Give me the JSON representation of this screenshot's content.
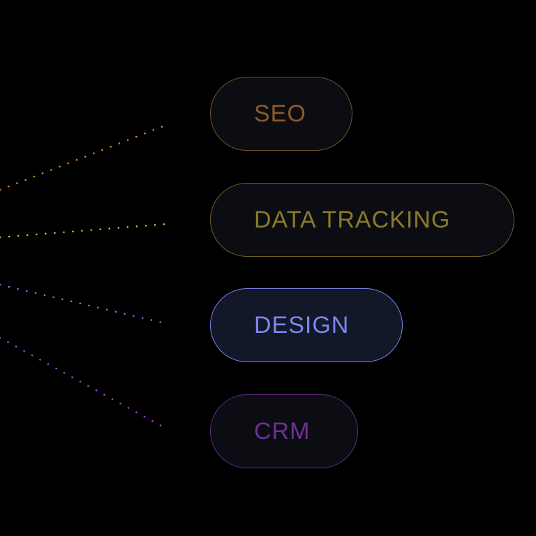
{
  "tags": [
    {
      "label": "SEO",
      "color": "#8c5a28",
      "border": "#7a5226"
    },
    {
      "label": "DATA TRACKING",
      "color": "#8a7a2a",
      "border": "#6e6220"
    },
    {
      "label": "DESIGN",
      "color": "#7d86f0",
      "border": "#7a84ef"
    },
    {
      "label": "CRM",
      "color": "#6f2f95",
      "border": "#5f2986"
    }
  ],
  "connectors": [
    {
      "color": "#e0902c"
    },
    {
      "color": "#e6c23a"
    },
    {
      "color": "#7b7ff0"
    },
    {
      "color": "#b043e6"
    }
  ]
}
